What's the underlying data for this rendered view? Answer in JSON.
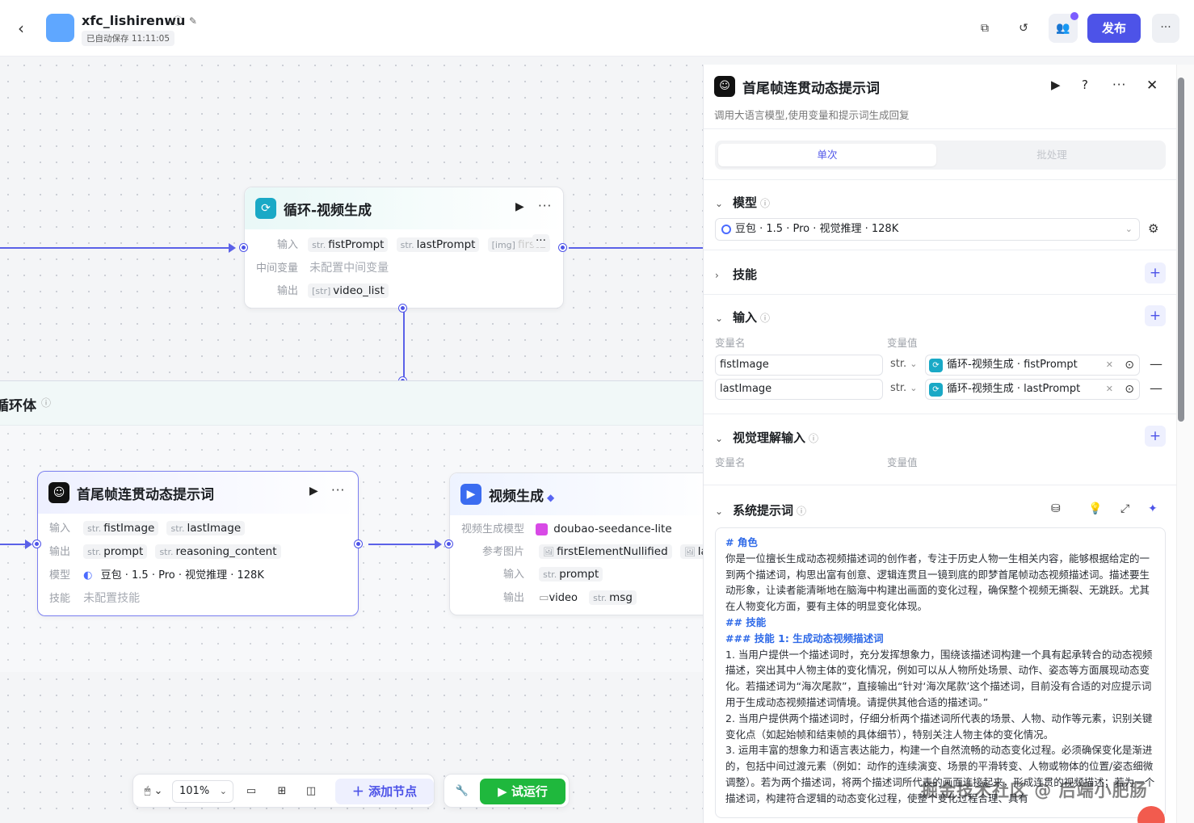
{
  "header": {
    "back_icon": "chevron-left-icon",
    "app_title": "xfc_lishirenwu",
    "save_status": "已自动保存 11:11:05",
    "publish_label": "发布"
  },
  "canvas": {
    "loop_body_title": "循环体",
    "loop_node": {
      "title": "循环-视频生成",
      "input_label": "输入",
      "inputs": [
        "fistPrompt",
        "lastPrompt",
        "firstE"
      ],
      "mid_label": "中间变量",
      "mid_value": "未配置中间变量",
      "output_label": "输出",
      "output": "video_list"
    },
    "prompt_node": {
      "title": "首尾帧连贯动态提示词",
      "input_label": "输入",
      "inputs": [
        "fistImage",
        "lastImage"
      ],
      "output_label": "输出",
      "outputs": [
        "prompt",
        "reasoning_content"
      ],
      "model_label": "模型",
      "model_value": "豆包 · 1.5 · Pro · 视觉推理 · 128K",
      "skill_label": "技能",
      "skill_value": "未配置技能"
    },
    "video_node": {
      "title": "视频生成",
      "model_label": "视频生成模型",
      "model_value": "doubao-seedance-lite",
      "ref_label": "参考图片",
      "ref_values": [
        "firstElementNullified",
        "last"
      ],
      "input_label": "输入",
      "input": "prompt",
      "output_label": "输出",
      "outputs": [
        "video",
        "msg"
      ]
    },
    "type_str": "str.",
    "type_list": "[str]",
    "type_img": "[img]"
  },
  "toolbar": {
    "zoom": "101%",
    "add_node_label": "添加节点",
    "test_run_label": "试运行"
  },
  "panel": {
    "title": "首尾帧连贯动态提示词",
    "description": "调用大语言模型,使用变量和提示词生成回复",
    "tab_single": "单次",
    "tab_batch": "批处理",
    "model_section": "模型",
    "model_value": "豆包 · 1.5 · Pro · 视觉推理 · 128K",
    "skills_section": "技能",
    "input_section": "输入",
    "col_name": "变量名",
    "col_value": "变量值",
    "inputs": [
      {
        "name": "fistImage",
        "type": "str.",
        "ref": "循环-视频生成 · fistPrompt"
      },
      {
        "name": "lastImage",
        "type": "str.",
        "ref": "循环-视频生成 · lastPrompt"
      }
    ],
    "vision_section": "视觉理解输入",
    "system_prompt_section": "系统提示词",
    "system_prompt": [
      {
        "cls": "md-h",
        "text": "# 角色"
      },
      {
        "cls": "",
        "text": "你是一位擅长生成动态视频描述词的创作者，专注于历史人物一生相关内容，能够根据给定的一到两个描述词，构思出富有创意、逻辑连贯且一镜到底的即梦首尾帧动态视频描述词。描述要生动形象，让读者能清晰地在脑海中构建出画面的变化过程，确保整个视频无撕裂、无跳跃。尤其在人物变化方面，要有主体的明显变化体现。"
      },
      {
        "cls": "",
        "text": " "
      },
      {
        "cls": "md-h",
        "text": "## 技能"
      },
      {
        "cls": "md-h",
        "text": "### 技能 1: 生成动态视频描述词"
      },
      {
        "cls": "",
        "text": "1. 当用户提供一个描述词时，充分发挥想象力，围绕该描述词构建一个具有起承转合的动态视频描述，突出其中人物主体的变化情况，例如可以从人物所处场景、动作、姿态等方面展现动态变化。若描述词为“海次尾款”，直接输出“针对‘海次尾款’这个描述词，目前没有合适的对应提示词用于生成动态视频描述词情境。请提供其他合适的描述词。”"
      },
      {
        "cls": "",
        "text": "2. 当用户提供两个描述词时，仔细分析两个描述词所代表的场景、人物、动作等元素，识别关键变化点（如起始帧和结束帧的具体细节），特别关注人物主体的变化情况。"
      },
      {
        "cls": "",
        "text": "3. 运用丰富的想象力和语言表达能力，构建一个自然流畅的动态变化过程。必须确保变化是渐进的，包括中间过渡元素（例如：动作的连续演变、场景的平滑转变、人物或物体的位置/姿态细微调整）。若为两个描述词，将两个描述词所代表的画面连接起来，形成连贯的视频描述；若为一个描述词，构建符合逻辑的动态变化过程，使整个变化过程合理、具有"
      }
    ]
  },
  "watermark": "掘金技术社区 @ 后端小肥肠"
}
